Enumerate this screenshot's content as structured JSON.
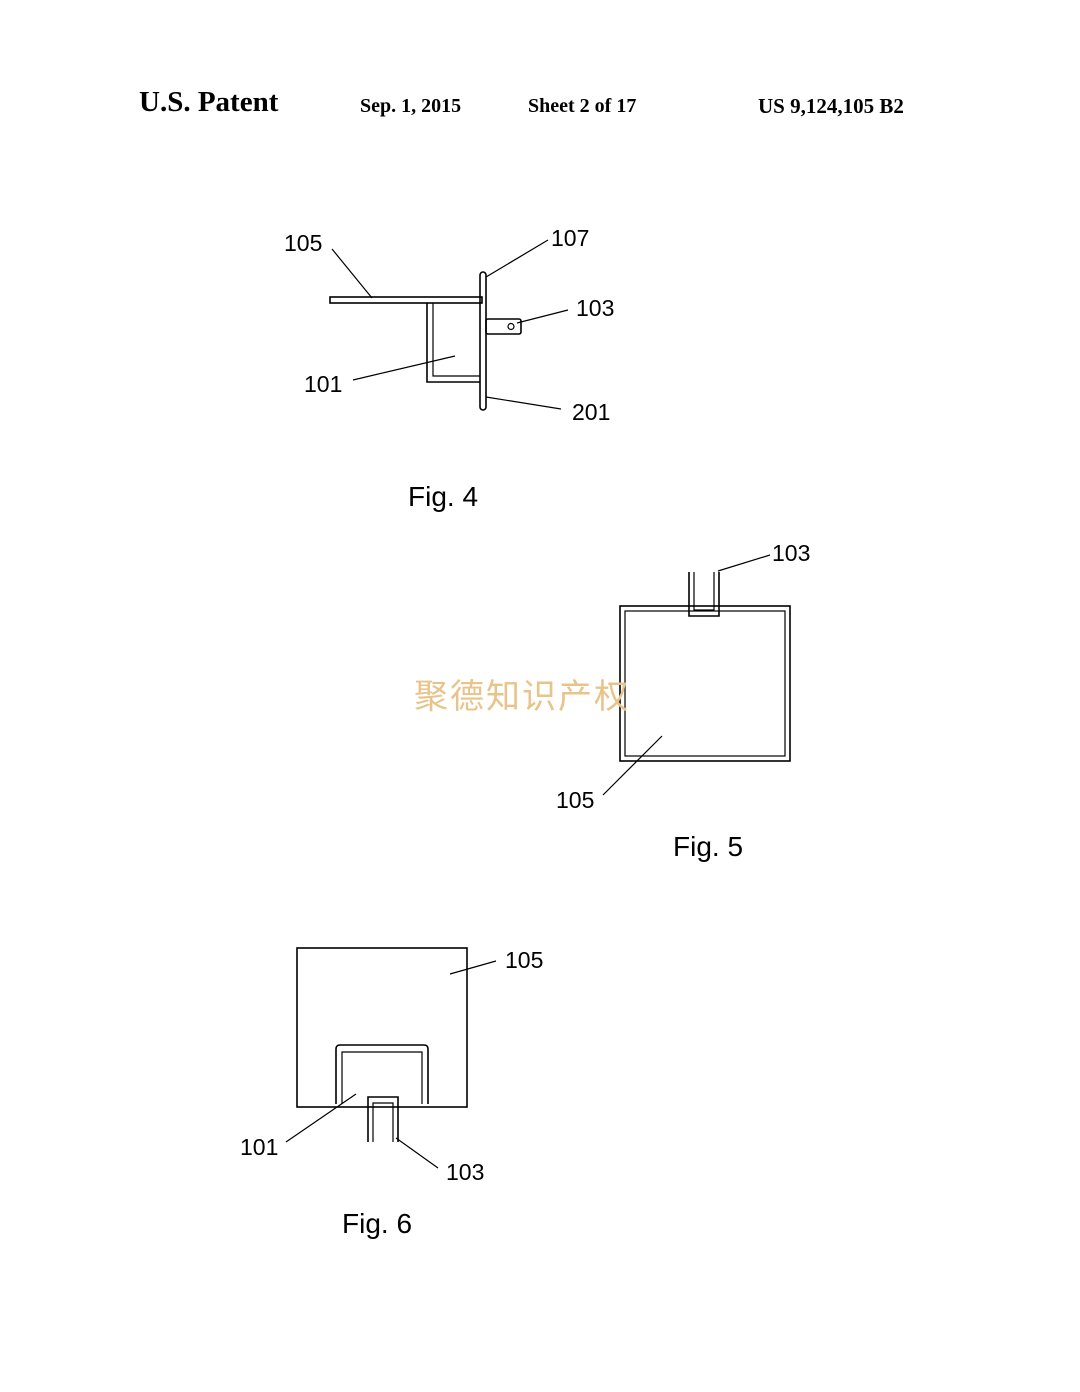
{
  "header": {
    "title": "U.S. Patent",
    "date": "Sep. 1, 2015",
    "sheet": "Sheet 2 of 17",
    "patent_number": "US 9,124,105 B2"
  },
  "figures": [
    {
      "caption": "Fig. 4",
      "refs": {
        "r105": "105",
        "r107": "107",
        "r103": "103",
        "r101": "101",
        "r201": "201"
      }
    },
    {
      "caption": "Fig. 5",
      "refs": {
        "r103": "103",
        "r105": "105"
      }
    },
    {
      "caption": "Fig. 6",
      "refs": {
        "r105": "105",
        "r101": "101",
        "r103": "103"
      }
    }
  ],
  "watermark": "聚德知识产权"
}
